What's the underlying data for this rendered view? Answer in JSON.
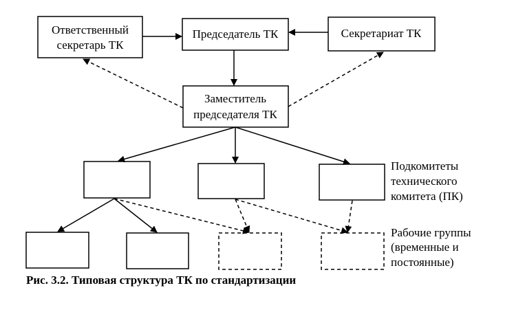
{
  "boxes": {
    "secretary": {
      "line1": "Ответственный",
      "line2": "секретарь ТК"
    },
    "chairman": {
      "label": "Председатель ТК"
    },
    "secretariat": {
      "label": "Секретариат ТК"
    },
    "deputy": {
      "line1": "Заместитель",
      "line2": "председателя ТК"
    }
  },
  "side_labels": {
    "subcommittees": {
      "line1": "Подкомитеты",
      "line2": "технического",
      "line3": "комитета (ПК)"
    },
    "working_groups": {
      "line1": "Рабочие группы",
      "line2": "(временные и",
      "line3": "постоянные)"
    }
  },
  "caption": "Рис. 3.2. Типовая структура ТК по стандартизации"
}
